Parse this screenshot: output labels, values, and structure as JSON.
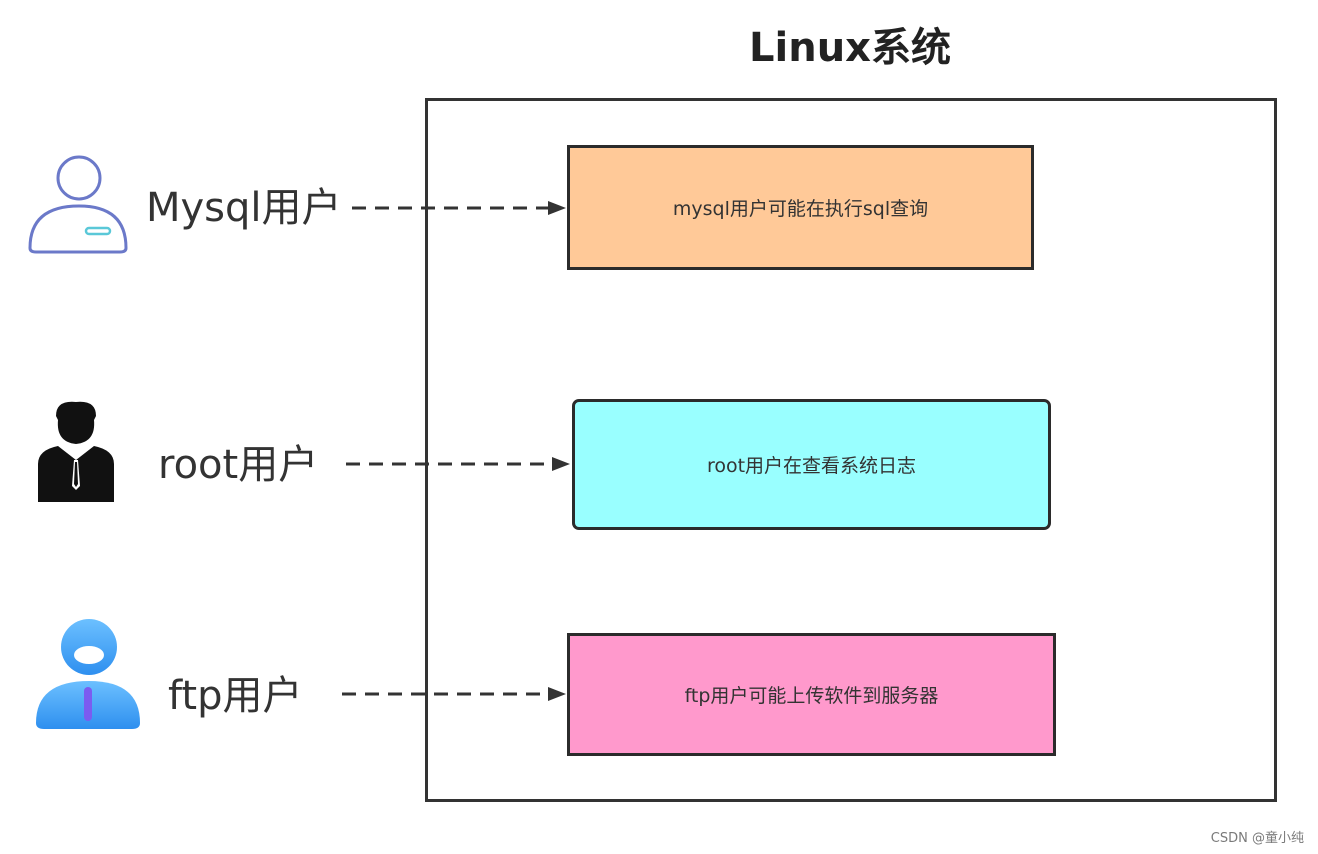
{
  "diagram": {
    "title": "Linux系统",
    "users": [
      {
        "label": "Mysql用户",
        "icon": "user-outline-icon"
      },
      {
        "label": "root用户",
        "icon": "businessman-icon"
      },
      {
        "label": "ftp用户",
        "icon": "user-blue-icon"
      }
    ],
    "processes": [
      {
        "text": "mysql用户可能在执行sql查询",
        "color": "#FFC998"
      },
      {
        "text": "root用户在查看系统日志",
        "color": "#99FFFF"
      },
      {
        "text": "ftp用户可能上传软件到服务器",
        "color": "#FF99CC"
      }
    ],
    "watermark": "CSDN @童小纯"
  },
  "colors": {
    "frame": "#333333",
    "arrow": "#333333",
    "icon_outline": "#6B79C9",
    "icon_accent": "#5AC8D8",
    "icon_blue": "#3FA2F5"
  }
}
